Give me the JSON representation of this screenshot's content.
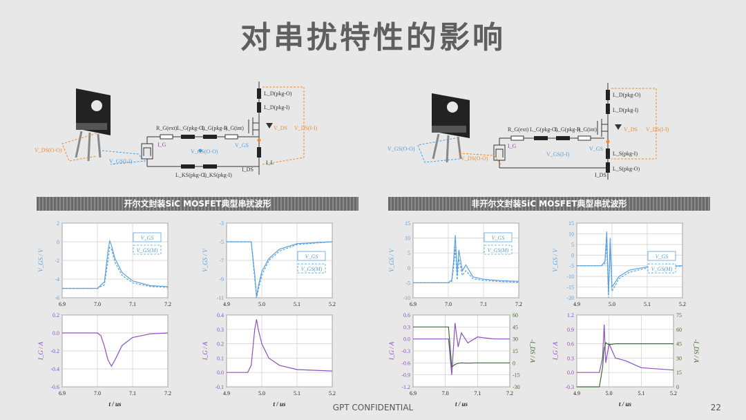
{
  "title": "对串扰特性的影响",
  "left_banner": "开尔文封装SiC MOSFET典型串扰波形",
  "right_banner": "非开尔文封装SiC MOSFET典型串扰波形",
  "footer": "GPT CONFIDENTIAL",
  "page_number": "22",
  "circuit_left": {
    "labels": [
      "R_G(ext)",
      "L_G(pkg-O)",
      "L_G(pkg-I)",
      "R_G(int)",
      "L_D(pkg-O)",
      "L_D(pkg-I)",
      "V_DS",
      "V_DS(I-I)",
      "V_GS",
      "V_GS(O-O)",
      "I_G",
      "I_DS",
      "I_L",
      "L_KS(pkg-O)",
      "L_KS(pkg-I)",
      "V_DS(O-O)",
      "V_GS(I-I)"
    ]
  },
  "circuit_right": {
    "labels": [
      "R_G(ext)",
      "L_G(pkg-O)",
      "L_G(pkg-I)",
      "R_G(int)",
      "L_D(pkg-O)",
      "L_D(pkg-I)",
      "V_DS",
      "V_DS(I-I)",
      "V_GS",
      "V_GS(I-I)",
      "I_G",
      "I_DS",
      "L_S(pkg-I)",
      "L_S(pkg-O)",
      "V_DS(O-O)",
      "V_GS(O-O)"
    ]
  },
  "chart_data": [
    {
      "id": "c1",
      "type": "line",
      "x": [
        6.9,
        7.0,
        7.02,
        7.03,
        7.035,
        7.04,
        7.05,
        7.07,
        7.1,
        7.15,
        7.2
      ],
      "series": [
        {
          "name": "V_GS",
          "values": [
            -5.0,
            -5.0,
            -4.3,
            -1.0,
            0.1,
            -0.4,
            -1.8,
            -3.3,
            -4.2,
            -4.7,
            -4.8
          ]
        },
        {
          "name": "V_GS(M)",
          "values": [
            -5.0,
            -5.0,
            -4.6,
            -2.0,
            -0.6,
            -0.8,
            -2.2,
            -3.6,
            -4.4,
            -4.8,
            -4.9
          ]
        }
      ],
      "xlim": [
        6.9,
        7.2
      ],
      "ylim": [
        -6,
        2
      ],
      "xticks": [
        "6.9",
        "7.0",
        "7.1",
        "7.2"
      ],
      "yticks": [
        "-6",
        "-4",
        "-2",
        "0",
        "2"
      ],
      "ylabel": "V_GS / V",
      "legend": [
        "V_GS",
        "V_GS(M)"
      ],
      "legend_pos": "top-right",
      "grid": true
    },
    {
      "id": "c2",
      "type": "line",
      "x": [
        4.9,
        4.97,
        4.98,
        4.985,
        4.99,
        5.0,
        5.02,
        5.05,
        5.1,
        5.2
      ],
      "series": [
        {
          "name": "V_GS",
          "values": [
            -5.0,
            -5.0,
            -8.5,
            -10.9,
            -9.8,
            -8.2,
            -6.8,
            -5.8,
            -5.2,
            -5.0
          ]
        },
        {
          "name": "V_GS(M)",
          "values": [
            -5.0,
            -5.0,
            -9.0,
            -11.0,
            -10.2,
            -8.6,
            -7.0,
            -6.0,
            -5.3,
            -5.0
          ]
        }
      ],
      "xlim": [
        4.9,
        5.2
      ],
      "ylim": [
        -11,
        -3
      ],
      "xticks": [
        "4.9",
        "5.0",
        "5.1",
        "5.2"
      ],
      "yticks": [
        "-11",
        "-9",
        "-7",
        "-5",
        "-3"
      ],
      "ylabel": "V_GS / V",
      "legend": [
        "V_GS",
        "V_GS(M)"
      ],
      "legend_pos": "center-right",
      "grid": true
    },
    {
      "id": "c3",
      "type": "line",
      "x": [
        6.9,
        7.0,
        7.01,
        7.02,
        7.03,
        7.04,
        7.05,
        7.07,
        7.1,
        7.15,
        7.2
      ],
      "series": [
        {
          "name": "I_G",
          "values": [
            0,
            0,
            -0.03,
            -0.15,
            -0.3,
            -0.37,
            -0.3,
            -0.14,
            -0.05,
            -0.01,
            0
          ]
        }
      ],
      "xlim": [
        6.9,
        7.2
      ],
      "ylim": [
        -0.6,
        0.2
      ],
      "xticks": [
        "6.9",
        "7.0",
        "7.1",
        "7.2"
      ],
      "yticks": [
        "-0.6",
        "-0.4",
        "-0.2",
        "0.0",
        "0.2"
      ],
      "ylabel": "I_G / A",
      "xlabel": "t / us",
      "grid": true
    },
    {
      "id": "c4",
      "type": "line",
      "x": [
        4.9,
        4.96,
        4.97,
        4.98,
        4.985,
        4.99,
        5.0,
        5.02,
        5.05,
        5.1,
        5.2
      ],
      "series": [
        {
          "name": "I_G",
          "values": [
            0,
            0,
            0.05,
            0.3,
            0.37,
            0.3,
            0.2,
            0.1,
            0.05,
            0.02,
            0.01
          ]
        }
      ],
      "xlim": [
        4.9,
        5.2
      ],
      "ylim": [
        -0.1,
        0.4
      ],
      "xticks": [
        "4.9",
        "5.0",
        "5.1",
        "5.2"
      ],
      "yticks": [
        "-0.1",
        "0.0",
        "0.1",
        "0.2",
        "0.3",
        "0.4"
      ],
      "ylabel": "I_G / A",
      "xlabel": "t / us",
      "grid": true
    },
    {
      "id": "c5",
      "type": "line",
      "x": [
        6.9,
        7.0,
        7.01,
        7.015,
        7.02,
        7.025,
        7.03,
        7.04,
        7.05,
        7.07,
        7.1,
        7.15,
        7.2
      ],
      "series": [
        {
          "name": "V_GS",
          "values": [
            -5.0,
            -5.0,
            -4.0,
            2.0,
            11.0,
            -2.0,
            6.0,
            -1.0,
            1.0,
            -3.0,
            -3.8,
            -4.3,
            -4.5
          ]
        },
        {
          "name": "V_GS(M)",
          "values": [
            -5.0,
            -5.0,
            -4.5,
            0.0,
            7.0,
            -4.0,
            3.0,
            -2.5,
            -1.0,
            -3.6,
            -4.2,
            -4.6,
            -4.8
          ]
        }
      ],
      "xlim": [
        6.9,
        7.2
      ],
      "ylim": [
        -10,
        15
      ],
      "xticks": [
        "6.9",
        "7.0",
        "7.1",
        "7.2"
      ],
      "yticks": [
        "-10",
        "-5",
        "0",
        "5",
        "10",
        "15"
      ],
      "ylabel": "V_GS / V",
      "legend": [
        "V_GS",
        "V_GS(M)"
      ],
      "legend_pos": "top-right",
      "grid": true
    },
    {
      "id": "c6",
      "type": "line",
      "x": [
        4.9,
        4.97,
        4.98,
        4.985,
        4.99,
        4.995,
        5.0,
        5.02,
        5.05,
        5.1,
        5.2
      ],
      "series": [
        {
          "name": "V_GS",
          "values": [
            -5.0,
            -5.0,
            -3.0,
            11.0,
            -18.0,
            8.0,
            -15.0,
            -10.0,
            -7.0,
            -5.5,
            -5.0
          ]
        },
        {
          "name": "V_GS(M)",
          "values": [
            -5.0,
            -5.0,
            -4.0,
            5.0,
            -20.0,
            3.0,
            -17.0,
            -11.0,
            -8.0,
            -6.0,
            -5.2
          ]
        }
      ],
      "xlim": [
        4.9,
        5.2
      ],
      "ylim": [
        -20,
        15
      ],
      "xticks": [
        "4.9",
        "5.0",
        "5.1",
        "5.2"
      ],
      "yticks": [
        "-20",
        "-15",
        "-10",
        "-5",
        "0",
        "5",
        "10",
        "15"
      ],
      "ylabel": "V_GS / V",
      "legend": [
        "V_GS",
        "V_GS(M)"
      ],
      "legend_pos": "center-right",
      "grid": true
    },
    {
      "id": "c7",
      "type": "line",
      "x": [
        6.9,
        7.0,
        7.01,
        7.02,
        7.03,
        7.04,
        7.05,
        7.07,
        7.1,
        7.15,
        7.2
      ],
      "series": [
        {
          "name": "I_G",
          "values": [
            0,
            0,
            0,
            -0.9,
            0.4,
            -0.2,
            0.15,
            -0.1,
            0.05,
            0.0,
            0.0
          ]
        },
        {
          "name": "-I_DS",
          "axis": "right",
          "values": [
            45,
            45,
            45,
            -5,
            -2,
            -0.5,
            0,
            -0.3,
            0,
            0,
            0
          ]
        }
      ],
      "xlim": [
        6.9,
        7.2
      ],
      "ylim": [
        -1.2,
        0.6
      ],
      "y2lim": [
        -30,
        60
      ],
      "xticks": [
        "6.9",
        "7.0",
        "7.1",
        "7.2"
      ],
      "yticks": [
        "-1.2",
        "-0.9",
        "-0.6",
        "-0.3",
        "0.0",
        "0.3",
        "0.6"
      ],
      "y2ticks": [
        "-30",
        "-15",
        "0",
        "15",
        "30",
        "45",
        "60"
      ],
      "ylabel": "I_G / A",
      "y2label": "-I_DS / A",
      "xlabel": "t / us",
      "grid": true
    },
    {
      "id": "c8",
      "type": "line",
      "x": [
        4.9,
        4.97,
        4.98,
        4.985,
        4.99,
        5.0,
        5.02,
        5.05,
        5.1,
        5.2
      ],
      "series": [
        {
          "name": "I_G",
          "values": [
            0,
            0,
            0.3,
            1.0,
            0.2,
            0.6,
            0.3,
            0.25,
            0.1,
            0.05
          ]
        },
        {
          "name": "-I_DS",
          "axis": "right",
          "values": [
            0,
            0,
            20,
            40,
            46,
            44,
            45,
            45,
            45,
            45
          ]
        }
      ],
      "xlim": [
        4.9,
        5.2
      ],
      "ylim": [
        -0.3,
        1.2
      ],
      "y2lim": [
        0,
        75
      ],
      "xticks": [
        "4.9",
        "5.0",
        "5.1",
        "5.2"
      ],
      "yticks": [
        "-0.3",
        "0.0",
        "0.3",
        "0.6",
        "0.9",
        "1.2"
      ],
      "y2ticks": [
        "0",
        "15",
        "30",
        "45",
        "60",
        "75"
      ],
      "ylabel": "I_G / A",
      "y2label": "-I_DS / A",
      "xlabel": "t / us",
      "grid": true
    }
  ]
}
